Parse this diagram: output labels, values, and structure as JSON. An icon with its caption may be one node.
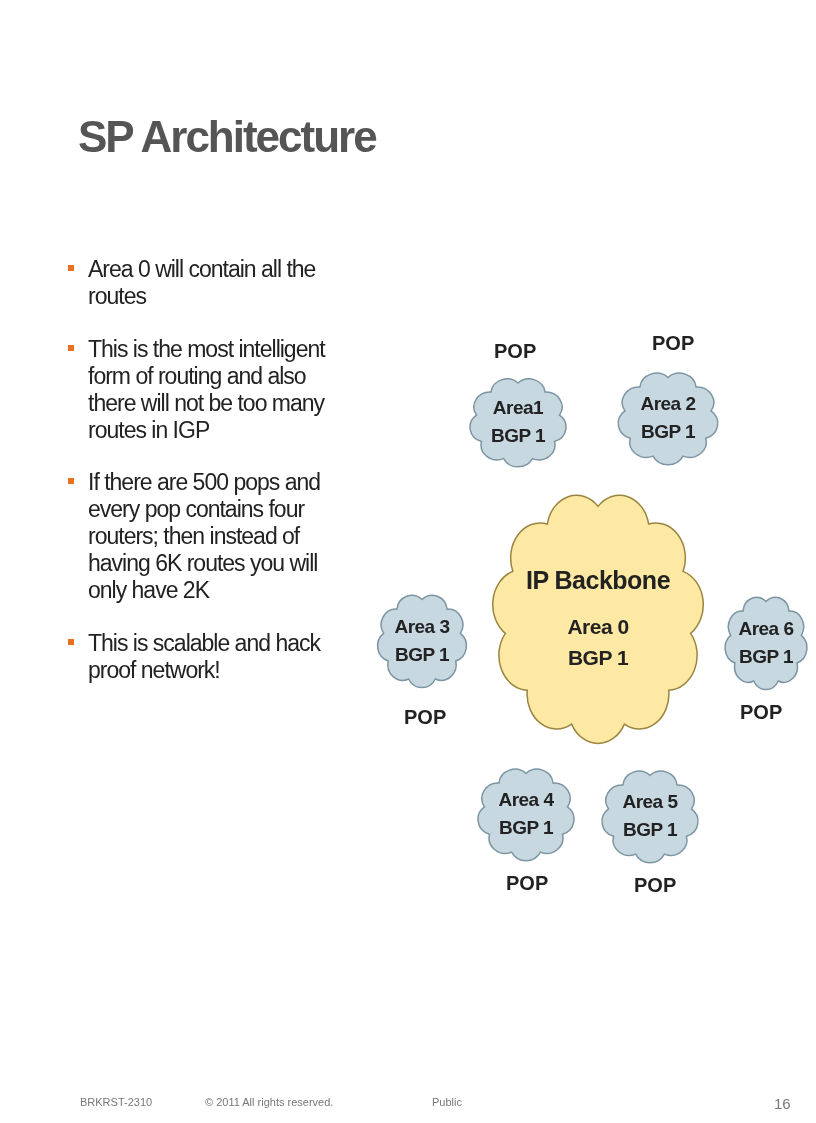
{
  "diagram": {
    "title": "SP Architecture",
    "nodes": [
      {
        "text": [
          "Area1 BGP 1"
        ],
        "beside": [
          "POP"
        ]
      },
      {
        "text": [
          "Area 2 BGP 1"
        ],
        "beside": [
          "POP"
        ]
      },
      {
        "text": [
          "IP Backbone",
          "Area 0 BGP 1"
        ]
      },
      {
        "text": [
          "Area 3 BGP 1"
        ],
        "beside": [
          "POP"
        ]
      },
      {
        "text": [
          "Area 6 BGP 1"
        ],
        "beside": [
          "POP"
        ]
      },
      {
        "text": [
          "Area 4 BGP 1"
        ],
        "beside": [
          "POP"
        ]
      },
      {
        "text": [
          "Area 5 BGP 1"
        ],
        "beside": [
          "POP"
        ]
      }
    ],
    "edges": [],
    "labels": [
      "Area 0 will contain all the routes",
      "This is the most intelligent form of routing and also there will not be too many routes in IGP",
      "If there are 500 pops and every pop contains four routers; then instead of having 6K routes you will only have 2K",
      "This is scalable and hack proof network!",
      "BRKRST-2310",
      "© 2011 All rights reserved.",
      "Public",
      "16"
    ]
  }
}
